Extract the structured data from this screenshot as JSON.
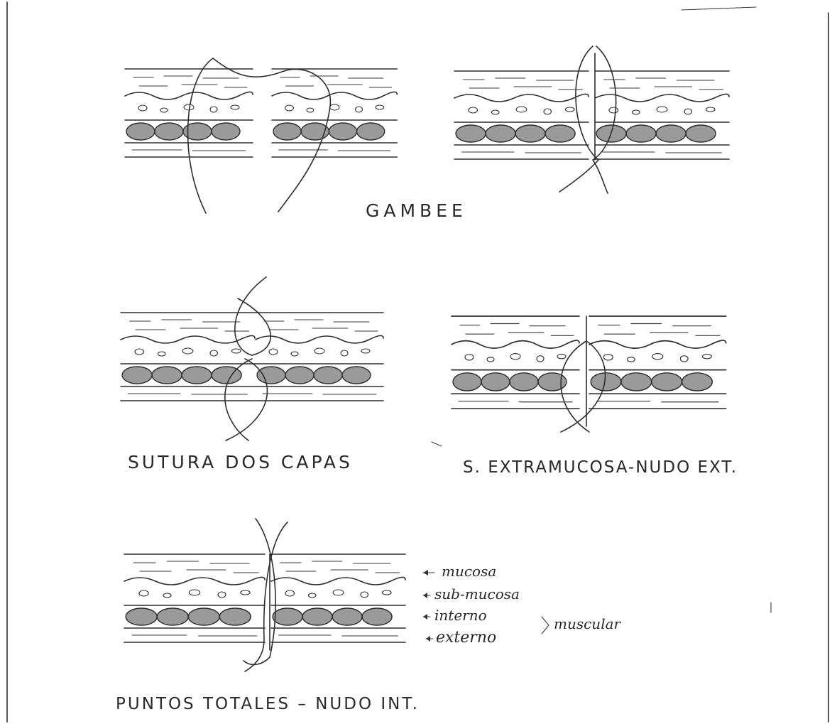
{
  "captions": {
    "gambee": "GAMBEE",
    "dos_capas": "SUTURA DOS CAPAS",
    "extramucosa": "S. EXTRAMUCOSA-NUDO EXT.",
    "totales": "PUNTOS TOTALES – NUDO INT."
  },
  "legend": {
    "mucosa": "mucosa",
    "submucosa": "sub-mucosa",
    "interno": "interno",
    "externo": "externo",
    "muscular": "muscular"
  }
}
